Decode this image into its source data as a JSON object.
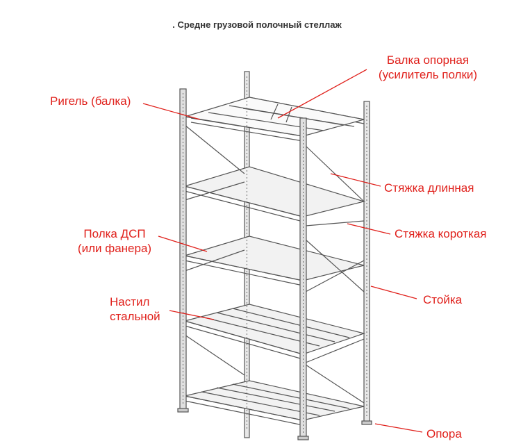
{
  "title": ". Средне грузовой полочный стеллаж",
  "colors": {
    "label": "#e0201b",
    "leader": "#e0201b",
    "frame": "#555555",
    "shelf_fill": "#f2f2f2"
  },
  "labels": {
    "beam_support": {
      "line1": "Балка опорная",
      "line2": "(усилитель полки)"
    },
    "crossbar": {
      "line1": "Ригель (балка)"
    },
    "brace_long": {
      "line1": "Стяжка длинная"
    },
    "brace_short": {
      "line1": "Стяжка короткая"
    },
    "shelf_chipboard": {
      "line1": "Полка ДСП",
      "line2": "(или фанера)"
    },
    "deck_steel": {
      "line1": "Настил",
      "line2": "стальной"
    },
    "upright": {
      "line1": "Стойка"
    },
    "foot": {
      "line1": "Опора"
    }
  }
}
